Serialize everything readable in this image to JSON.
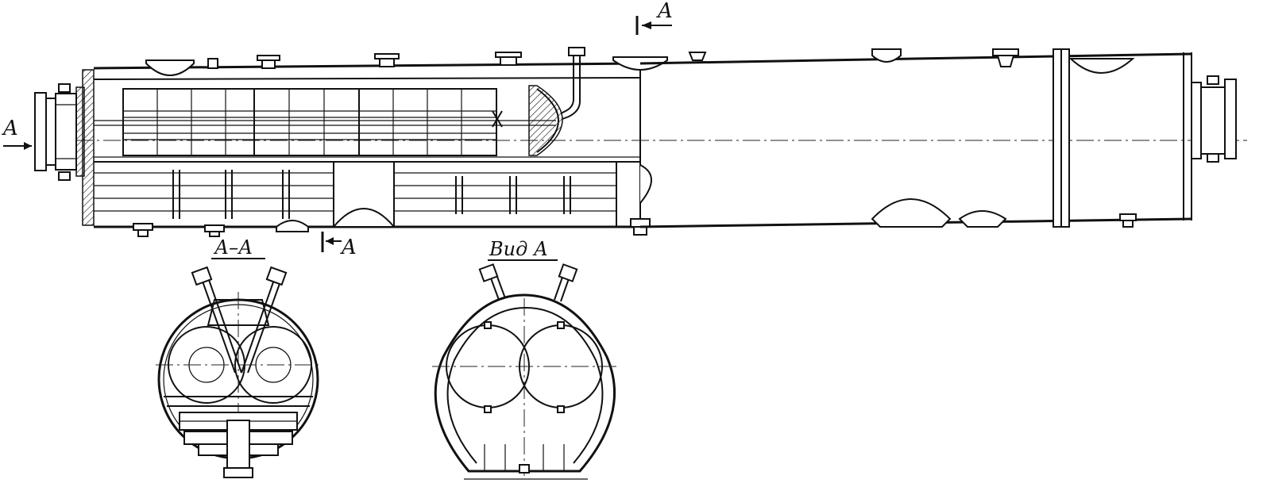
{
  "labels": {
    "inlet_arrow": "A",
    "section_mark_top": "A",
    "section_mark_bottom": "A",
    "section_title": "А–А",
    "view_title": "Вид А"
  }
}
